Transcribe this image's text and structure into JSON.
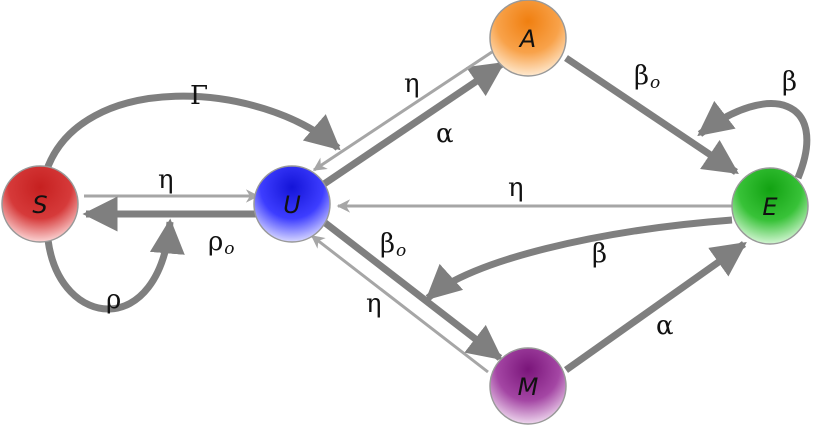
{
  "nodes": {
    "S": {
      "label": "S",
      "color": "#cc1f1f"
    },
    "U": {
      "label": "U",
      "color": "#1a1ae6"
    },
    "A": {
      "label": "A",
      "color": "#f58a1f"
    },
    "E": {
      "label": "E",
      "color": "#20b020"
    },
    "M": {
      "label": "M",
      "color": "#8a1f8a"
    }
  },
  "edges": {
    "s_u_gamma": {
      "label": "Γ"
    },
    "s_u_eta": {
      "label": "η"
    },
    "u_s_rho0": {
      "label": "ρ",
      "sub": "o"
    },
    "s_self_rho": {
      "label": "ρ"
    },
    "u_a_alpha": {
      "label": "α"
    },
    "a_u_eta": {
      "label": "η"
    },
    "a_e_beta0": {
      "label": "β",
      "sub": "o"
    },
    "e_self_beta": {
      "label": "β"
    },
    "e_u_eta": {
      "label": "η"
    },
    "e_m_beta": {
      "label": "β"
    },
    "u_m_beta0": {
      "label": "β",
      "sub": "o"
    },
    "m_u_eta": {
      "label": "η"
    },
    "m_e_alpha": {
      "label": "α"
    }
  },
  "colors": {
    "thick_arrow": "#7f7f7f",
    "thin_arrow": "#a6a6a6"
  }
}
